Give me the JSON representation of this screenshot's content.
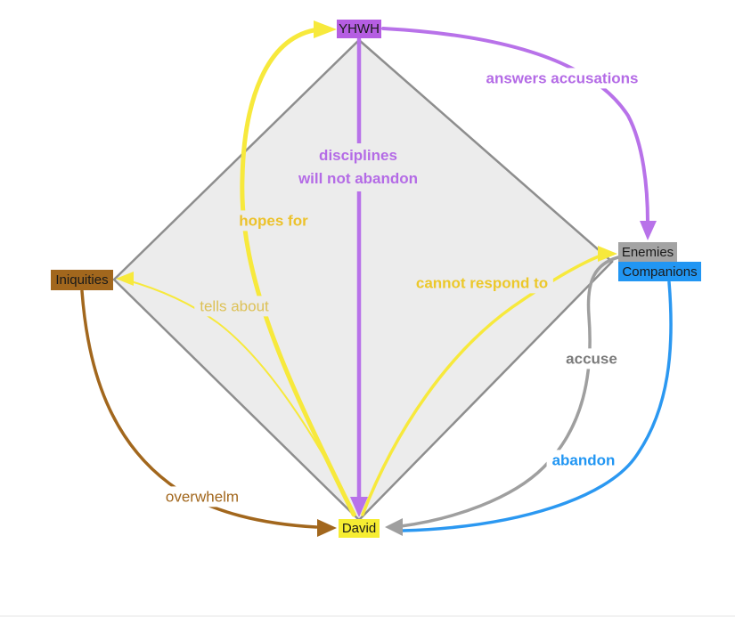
{
  "diagram": {
    "nodes": {
      "yhwh": {
        "label": "YHWH",
        "color": "#b55ee2"
      },
      "iniquities": {
        "label": "Iniquities",
        "color": "#a2671d"
      },
      "enemies": {
        "label": "Enemies",
        "color": "#a3a3a3"
      },
      "companions": {
        "label": "Companions",
        "color": "#2196f3"
      },
      "david": {
        "label": "David",
        "color": "#f6ed32"
      }
    },
    "edges": {
      "disciplines": {
        "from": "YHWH",
        "to": "David",
        "label_line1": "disciplines",
        "label_line2": "will not abandon",
        "line_color": "#b872e9",
        "label_color": "#b46be6"
      },
      "answers_accusations": {
        "from": "YHWH",
        "to": "Enemies",
        "label": "answers accusations",
        "line_color": "#b872e9",
        "label_color": "#b46be6"
      },
      "hopes_for": {
        "from": "David",
        "to": "YHWH",
        "label": "hopes for",
        "line_color": "#f7e93c",
        "label_color": "#ecc22c"
      },
      "cannot_respond_to": {
        "from": "David",
        "to": "Enemies",
        "label": "cannot respond to",
        "line_color": "#f7e93c",
        "label_color": "#ecc82a"
      },
      "tells_about": {
        "from": "David",
        "to": "Iniquities",
        "label": "tells about",
        "line_color": "#f7e93c",
        "label_color": "#ddc156"
      },
      "accuse": {
        "from": "Enemies",
        "to": "David",
        "label": "accuse",
        "line_color": "#9f9f9f",
        "label_color": "#7b7b7b"
      },
      "abandon": {
        "from": "Companions",
        "to": "David",
        "label": "abandon",
        "line_color": "#2b98f1",
        "label_color": "#2196f3"
      },
      "overwhelm": {
        "from": "Iniquities",
        "to": "David",
        "label": "overwhelm",
        "line_color": "#a2671d",
        "label_color": "#a2671d"
      }
    },
    "shape_colors": {
      "diamond_fill": "#ececec",
      "diamond_stroke": "#8e8e8e"
    }
  }
}
